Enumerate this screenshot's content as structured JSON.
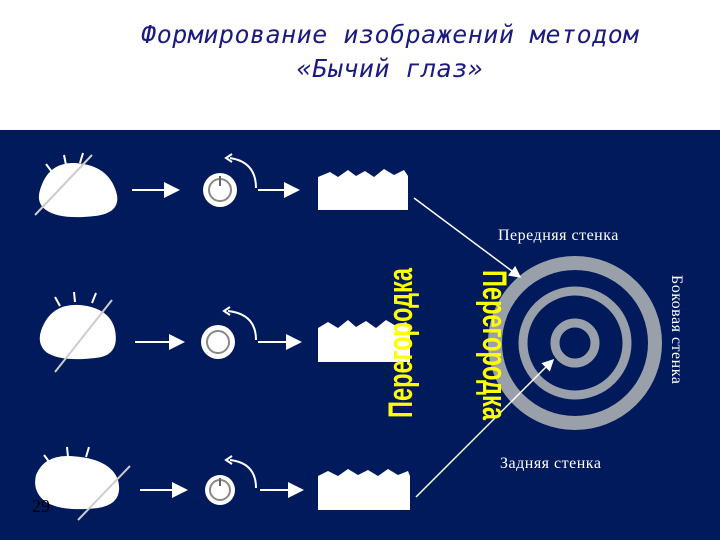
{
  "title": {
    "line1": "Формирование изображений методом",
    "line2": "«Бычий глаз»"
  },
  "labels": {
    "front_wall": "Передняя стенка",
    "back_wall": "Задняя стенка",
    "side_wall": "Боковая стенка",
    "septum_left": "Перегородка",
    "septum_right": "Перегородка"
  },
  "page_number": "29",
  "colors": {
    "background": "#001a5c",
    "shape": "#ffffff",
    "ring": "#9aa0aa",
    "vertical_text": "#ffff00",
    "title": "#1a1a80"
  },
  "icons": [
    "heart-shape-icon",
    "rotating-slice-icon",
    "rotate-arrow-icon",
    "unrolled-strip-icon",
    "arrow-right-icon"
  ]
}
